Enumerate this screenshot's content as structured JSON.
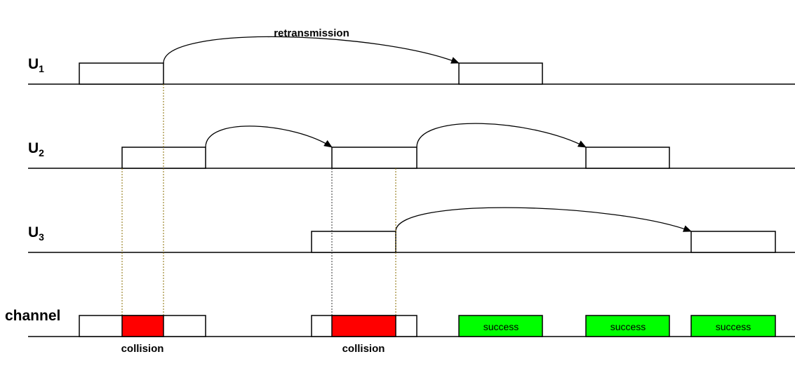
{
  "timelines": [
    {
      "id": "u1",
      "base": "U",
      "sub": "1"
    },
    {
      "id": "u2",
      "base": "U",
      "sub": "2"
    },
    {
      "id": "u3",
      "base": "U",
      "sub": "3"
    }
  ],
  "channel_label": "channel",
  "retransmission_label": "retransmission",
  "collision_label": "collision",
  "success_label": "success",
  "colors": {
    "collision": "#ff0000",
    "success": "#00ff00",
    "line": "#000000",
    "box": "#ffffff"
  }
}
